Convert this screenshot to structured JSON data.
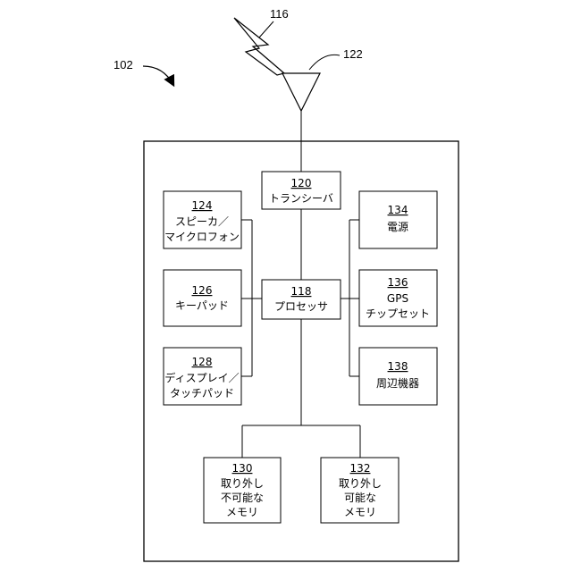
{
  "refs": {
    "device": "102",
    "signal": "116",
    "antenna": "122"
  },
  "blocks": {
    "transceiver": {
      "num": "120",
      "lines": [
        "トランシーバ"
      ]
    },
    "speaker": {
      "num": "124",
      "lines": [
        "スピーカ／",
        "マイクロフォン"
      ]
    },
    "keypad": {
      "num": "126",
      "lines": [
        "キーパッド"
      ]
    },
    "display": {
      "num": "128",
      "lines": [
        "ディスプレイ／",
        "タッチパッド"
      ]
    },
    "processor": {
      "num": "118",
      "lines": [
        "プロセッサ"
      ]
    },
    "power": {
      "num": "134",
      "lines": [
        "電源"
      ]
    },
    "gps": {
      "num": "136",
      "lines": [
        "GPS",
        "チップセット"
      ]
    },
    "peripherals": {
      "num": "138",
      "lines": [
        "周辺機器"
      ]
    },
    "nonremovable": {
      "num": "130",
      "lines": [
        "取り外し",
        "不可能な",
        "メモリ"
      ]
    },
    "removable": {
      "num": "132",
      "lines": [
        "取り外し",
        "可能な",
        "メモリ"
      ]
    }
  }
}
